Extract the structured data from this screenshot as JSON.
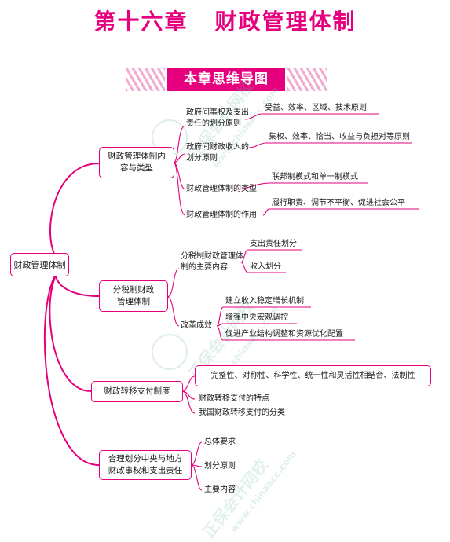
{
  "header": {
    "chapter": "第十六章",
    "title": "财政管理体制",
    "banner": "本章思维导图"
  },
  "watermark": {
    "text": "正保会计网校",
    "url": "www.chinaacc.com"
  },
  "colors": {
    "accent": "#e6007e",
    "accent_light": "#f4a9cf"
  },
  "mindmap": {
    "root": "财政管理体制",
    "branches": [
      {
        "label": "财政管理体制内容与类型",
        "children": [
          {
            "label": "政府间事权及支出责任的划分原则",
            "detail": "受益、效率、区域、技术原则"
          },
          {
            "label": "政府间财政收入的划分原则",
            "detail": "集权、效率、恰当、收益与负担对等原则"
          },
          {
            "label": "财政管理体制的类型",
            "detail": "联邦制模式和单一制模式"
          },
          {
            "label": "财政管理体制的作用",
            "detail": "履行职责、调节不平衡、促进社会公平"
          }
        ]
      },
      {
        "label": "分税制财政管理体制",
        "children": [
          {
            "label": "分税制财政管理体制的主要内容",
            "items": [
              "支出责任划分",
              "收入划分"
            ]
          },
          {
            "label": "改革成效",
            "items": [
              "建立收入稳定增长机制",
              "增强中央宏观调控",
              "促进产业结构调整和资源优化配置"
            ]
          }
        ]
      },
      {
        "label": "财政转移支付制度",
        "children": [
          {
            "label": "财政转移支付的特点",
            "detail": "完整性、对称性、科学性、统一性和灵活性相结合、法制性"
          },
          {
            "label": "我国财政转移支付的分类"
          }
        ]
      },
      {
        "label": "合理划分中央与地方财政事权和支出责任",
        "children": [
          {
            "label": "总体要求"
          },
          {
            "label": "划分原则"
          },
          {
            "label": "主要内容"
          }
        ]
      }
    ]
  }
}
